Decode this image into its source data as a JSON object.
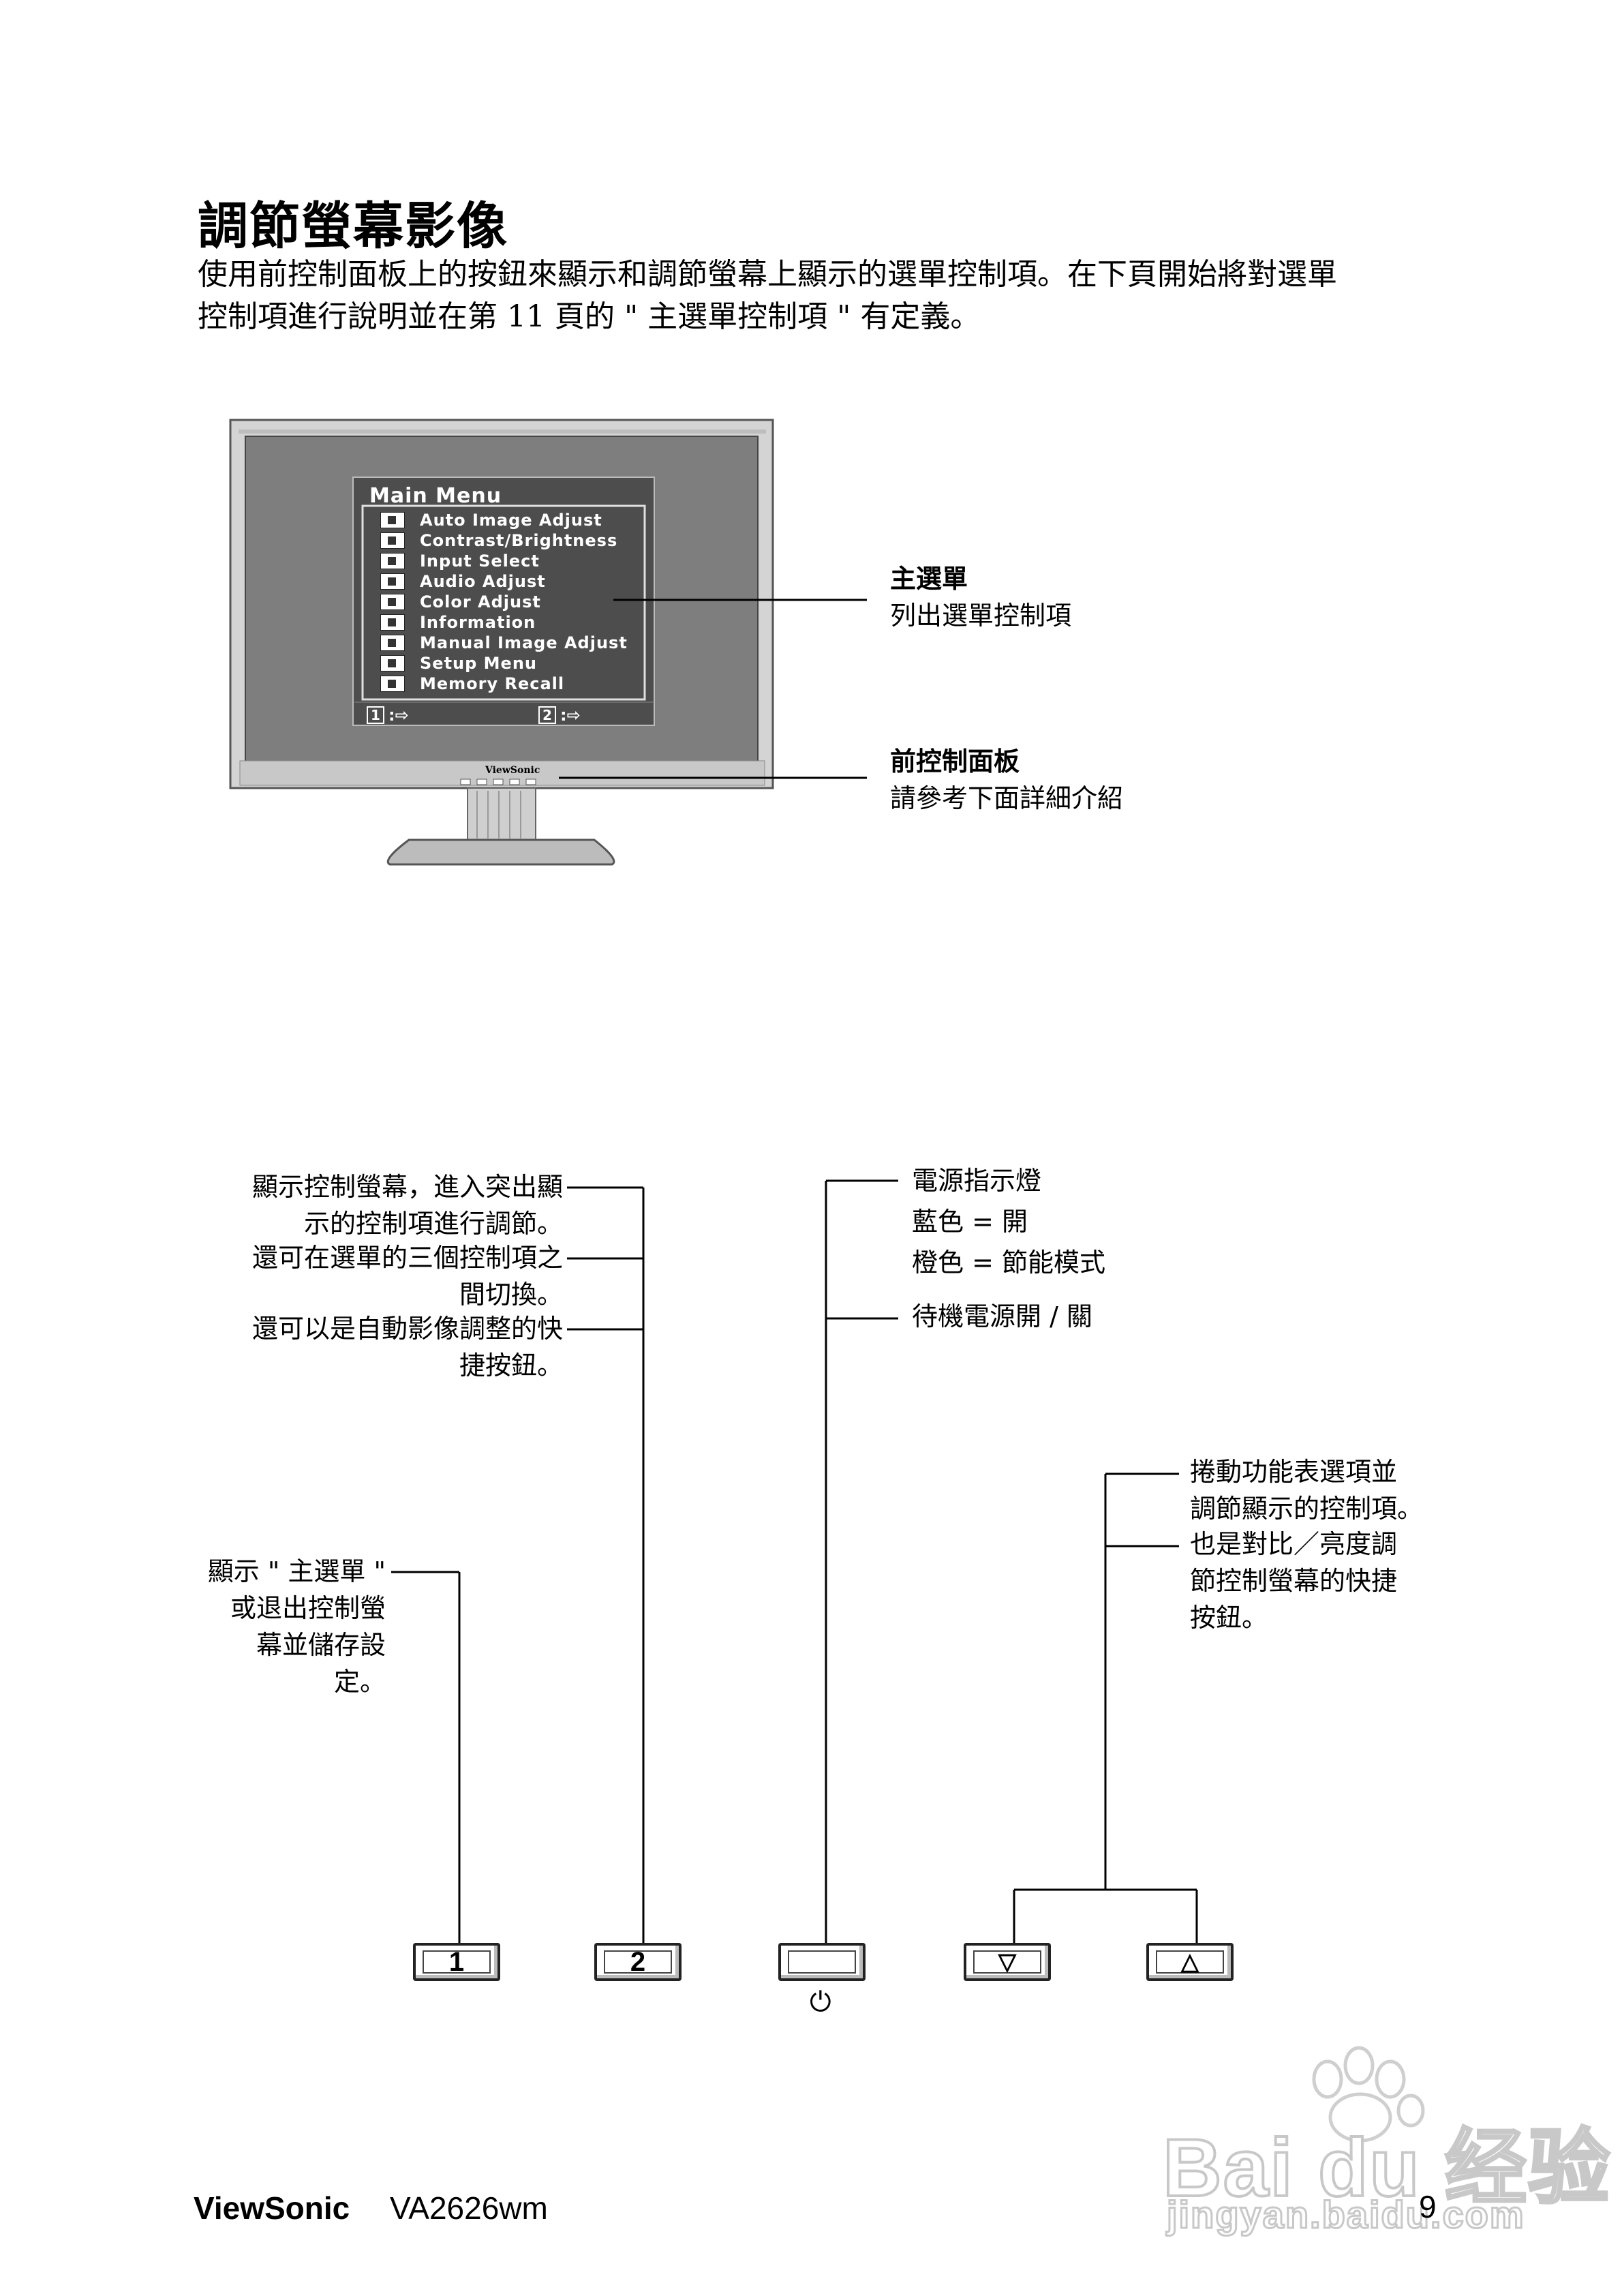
{
  "title": "調節螢幕影像",
  "intro_lines": [
    "使用前控制面板上的按鈕來顯示和調節螢幕上顯示的選單控制項。在下頁開始將對選單",
    "控制項進行說明並在第 11 頁的 \" 主選單控制項 \" 有定義。"
  ],
  "monitor": {
    "menu_title": "Main Menu",
    "menu_items": [
      "Auto Image Adjust",
      "Contrast/Brightness",
      "Input Select",
      "Audio Adjust",
      "Color Adjust",
      "Information",
      "Manual Image Adjust",
      "Setup Menu",
      "Memory Recall"
    ],
    "key_1": "1",
    "key_2": "2",
    "brand_small": "ViewSonic"
  },
  "callouts": {
    "main_menu_head": "主選單",
    "main_menu_desc": "列出選單控制項",
    "front_panel_head": "前控制面板",
    "front_panel_desc": "請參考下面詳細介紹"
  },
  "button2_notes": [
    [
      "顯示控制螢幕，進入突出顯",
      "示的控制項進行調節。"
    ],
    [
      "還可在選單的三個控制項之",
      "間切換。"
    ],
    [
      "還可以是自動影像調整的快",
      "捷按鈕。"
    ]
  ],
  "button1_note": [
    "顯示 \" 主選單 \"",
    "或退出控制螢",
    "幕並儲存設",
    "定。"
  ],
  "power_notes": {
    "indicator": "電源指示燈",
    "blue": "藍色 = 開",
    "orange": "橙色 = 節能模式",
    "standby": "待機電源開 / 關"
  },
  "arrow_notes": [
    [
      "捲動功能表選項並",
      "調節顯示的控制項。"
    ],
    [
      "也是對比／亮度調",
      "節控制螢幕的快捷",
      "按鈕。"
    ]
  ],
  "buttons": {
    "b1": "1",
    "b2": "2",
    "power_symbol": "⏻",
    "down_symbol": "▽",
    "up_symbol": "△"
  },
  "footer": {
    "brand": "ViewSonic",
    "model": "VA2626wm",
    "page": "9"
  },
  "watermark": {
    "logo": "Bai du 经验",
    "url": "jingyan.baidu.com"
  }
}
